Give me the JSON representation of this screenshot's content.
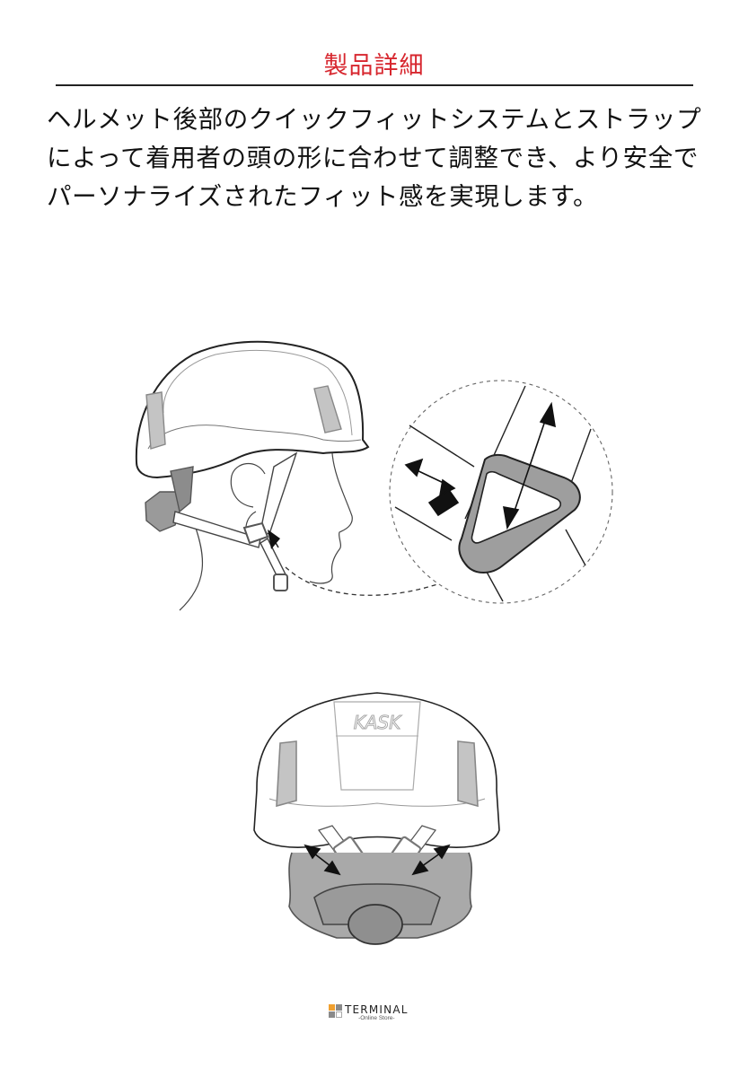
{
  "header": {
    "title": "製品詳細",
    "title_color": "#d7262e"
  },
  "description": {
    "lines": [
      "ヘルメット後部のクイックフィットシステムとストラップ",
      "によって着用者の頭の形に合わせて調整でき、より安全で",
      "パーソナライズされたフィット感を実現します。"
    ]
  },
  "illustrations": {
    "side_view": {
      "label": "helmet-side-view-with-strap-detail"
    },
    "rear_view": {
      "label": "helmet-rear-view",
      "brand_mark": "KASK"
    }
  },
  "footer": {
    "logo_word": "TERMINAL",
    "logo_sub": "-Online Store-",
    "logo_colors": [
      "#f0a030",
      "#8a8a8a",
      "#8a8a8a",
      "#ffffff"
    ]
  }
}
